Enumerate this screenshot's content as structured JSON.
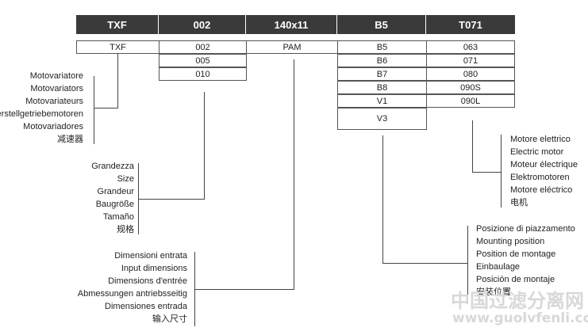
{
  "header": [
    "TXF",
    "002",
    "140x11",
    "B5",
    "T071"
  ],
  "columns": {
    "txf": [
      "TXF"
    ],
    "size": [
      "002",
      "005",
      "010"
    ],
    "input": [
      "PAM"
    ],
    "position": [
      "B5",
      "B6",
      "B7",
      "B8",
      "V1",
      "V3"
    ],
    "motor": [
      "063",
      "071",
      "080",
      "090S",
      "090L"
    ]
  },
  "labels": {
    "motovariator": [
      "Motovariatore",
      "Motovariators",
      "Motovariateurs",
      "Verstellgetriebemotoren",
      "Motovariadores",
      "减速器"
    ],
    "size": [
      "Grandezza",
      "Size",
      "Grandeur",
      "Baugröße",
      "Tamaño",
      "规格"
    ],
    "input_dim": [
      "Dimensioni entrata",
      "Input dimensions",
      "Dimensions d'entrée",
      "Abmessungen antriebsseitig",
      "Dimensiones entrada",
      "输入尺寸"
    ],
    "motor": [
      "Motore elettrico",
      "Electric motor",
      "Moteur électrique",
      "Elektromotoren",
      "Motore eléctrico",
      "电机"
    ],
    "mounting": [
      "Posizione di piazzamento",
      "Mounting position",
      "Position de montage",
      "Einbaulage",
      "Posición de montaje",
      "安装位置"
    ]
  },
  "watermark": {
    "line1": "中国过滤分离网",
    "line2": "www.guolvfenli.com"
  }
}
